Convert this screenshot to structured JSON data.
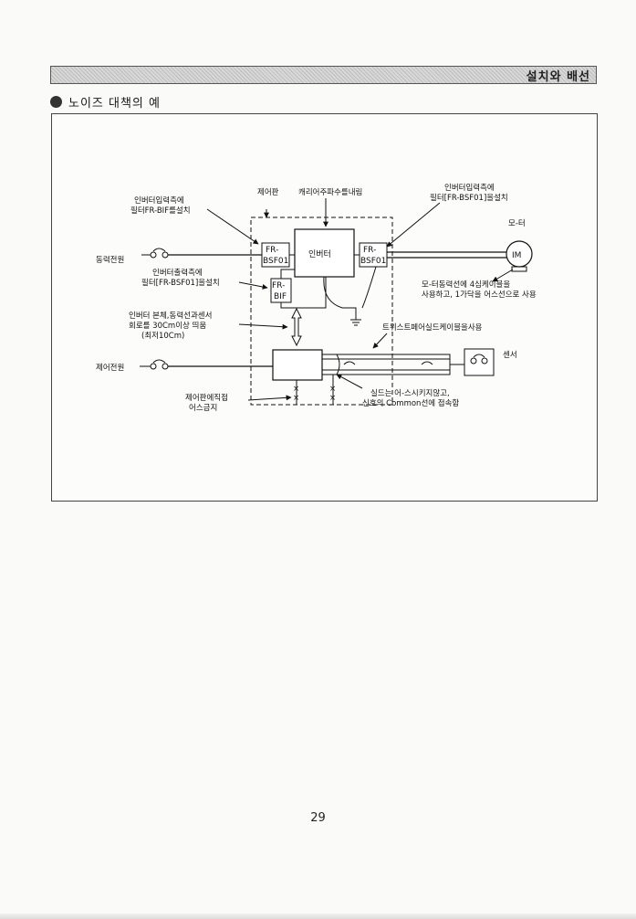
{
  "header": {
    "title": "설치와 배선"
  },
  "section": {
    "heading": "노이즈 대책의 예"
  },
  "diagram": {
    "control_panel": "제어판",
    "carrier_freq": "캐리어주파수를내림",
    "inv_input_filter_left_1": "인버터입력측에",
    "inv_input_filter_left_2": "필터FR-BIF를설치",
    "inv_input_filter_right_1": "인버터입력측에",
    "inv_input_filter_right_2": "필터[FR-BSF01]을설치",
    "motor": "모-터",
    "im": "IM",
    "power_supply": "동력전원",
    "fr_bsf01_left_1": "FR-",
    "fr_bsf01_left_2": "BSF01",
    "inverter": "인버터",
    "fr_bsf01_right_1": "FR-",
    "fr_bsf01_right_2": "BSF01",
    "inv_output_filter_1": "인버터출력측에",
    "inv_output_filter_2": "필터[FR-BSF01]을설치",
    "fr_bif_1": "FR-",
    "fr_bif_2": "BIF",
    "motor_cable_1": "모-터동력선에 4심케이블을",
    "motor_cable_2": "사용하고, 1가닥을 어스선으로 사용",
    "separation_1": "인버터 본체,동력선과센서",
    "separation_2": "회로를 30Cm이상 띄움",
    "separation_3": "(최저10Cm)",
    "twisted_pair": "트위스트페어실드케이블을사용",
    "control_power": "제어전원",
    "sensor": "센서",
    "no_ground_1": "제어판에직접",
    "no_ground_2": "어스금지",
    "shield_1": "실드는 어-스시키지않고,",
    "shield_2": "신호의 Common선에 접속함"
  },
  "page": {
    "number": "29"
  }
}
